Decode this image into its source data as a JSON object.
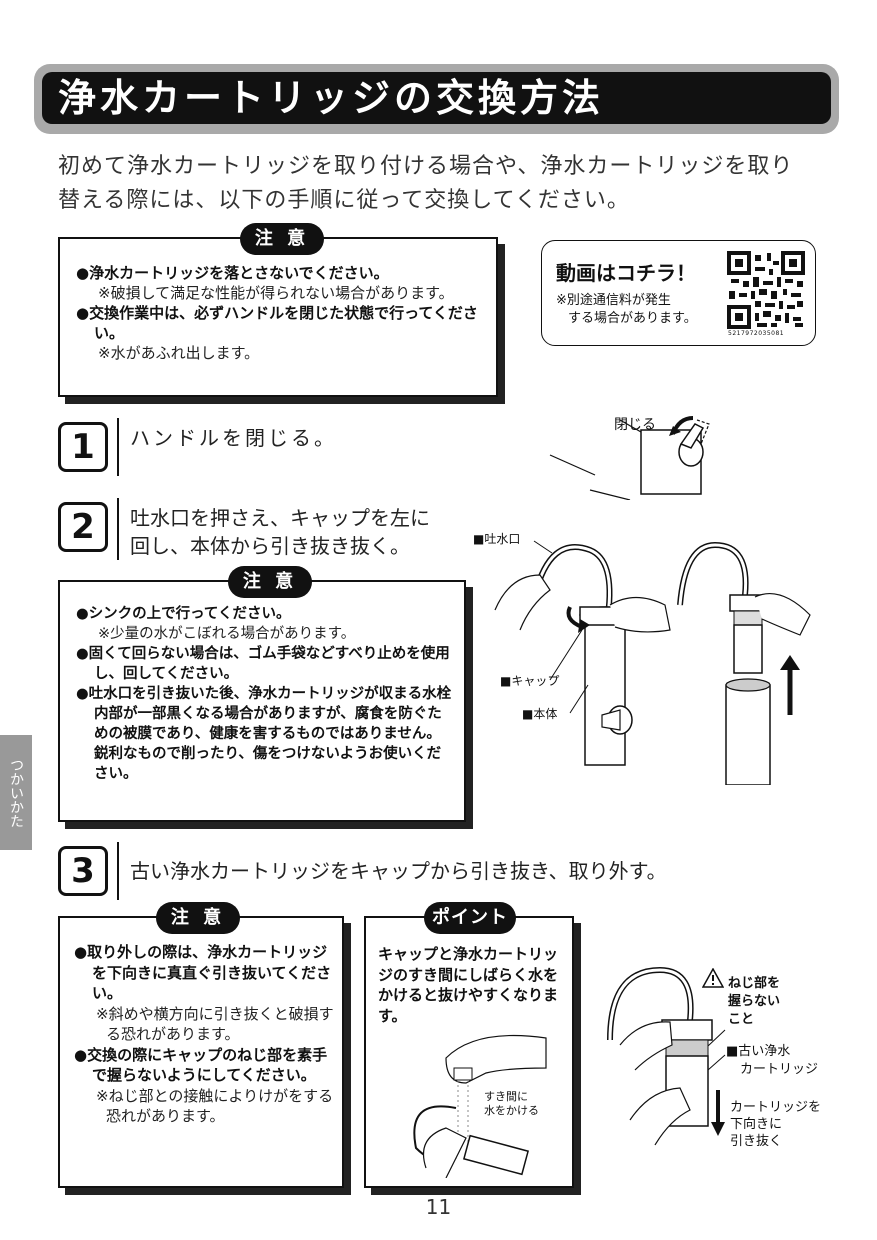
{
  "title": "浄水カートリッジの交換方法",
  "intro": {
    "line1": "初めて浄水カートリッジを取り付ける場合や、浄水カートリッジを取り",
    "line2": "替える際には、以下の手順に従って交換してください。"
  },
  "caution1": {
    "badge": "注 意",
    "item1": "●浄水カートリッジを落とさないでください。",
    "item1_sub": "※破損して満足な性能が得られない場合があります。",
    "item2": "●交換作業中は、必ずハンドルを閉じた状態で行ってください。",
    "item2_sub": "※水があふれ出します。"
  },
  "video": {
    "title": "動画はコチラ！",
    "note1": "※別途通信料が発生",
    "note2": "する場合があります。",
    "qr_code_number": "5217972035081"
  },
  "steps": [
    {
      "number": "1",
      "text": "ハンドルを閉じる。"
    },
    {
      "number": "2",
      "text_line1": "吐水口を押さえ、キャップを左に",
      "text_line2": "回し、本体から引き抜き抜く。"
    },
    {
      "number": "3",
      "text": "古い浄水カートリッジをキャップから引き抜き、取り外す。"
    }
  ],
  "figure1": {
    "label": "閉じる"
  },
  "figure2": {
    "label_spout": "■吐水口",
    "label_cap": "■キャップ",
    "label_body": "■本体"
  },
  "caution2": {
    "badge": "注 意",
    "item1": "●シンクの上で行ってください。",
    "item1_sub": "※少量の水がこぼれる場合があります。",
    "item2": "●固くて回らない場合は、ゴム手袋などすべり止めを使用し、回してください。",
    "item3": "●吐水口を引き抜いた後、浄水カートリッジが収まる水栓内部が一部黒くなる場合がありますが、腐食を防ぐための被膜であり、健康を害するものではありません。",
    "item3_extra": "鋭利なもので削ったり、傷をつけないようお使いください。"
  },
  "side_tab": "つかいかた",
  "caution3": {
    "badge": "注 意",
    "item1": "●取り外しの際は、浄水カートリッジを下向きに真直ぐ引き抜いてください。",
    "item1_sub": "※斜めや横方向に引き抜くと破損する恐れがあります。",
    "item2": "●交換の際にキャップのねじ部を素手で握らないようにしてください。",
    "item2_sub": "※ねじ部との接触によりけがをする恐れがあります。"
  },
  "point": {
    "badge": "ポイント",
    "text": "キャップと浄水カートリッジのすき間にしばらく水をかけると抜けやすくなります。",
    "fig_label1": "すき間に",
    "fig_label2": "水をかける"
  },
  "figure3": {
    "warn1": "ねじ部を",
    "warn2": "握らない",
    "warn3": "こと",
    "label_old1": "■古い浄水",
    "label_old2": "カートリッジ",
    "label_pull1": "カートリッジを",
    "label_pull2": "下向きに",
    "label_pull3": "引き抜く"
  },
  "page_number": "11"
}
